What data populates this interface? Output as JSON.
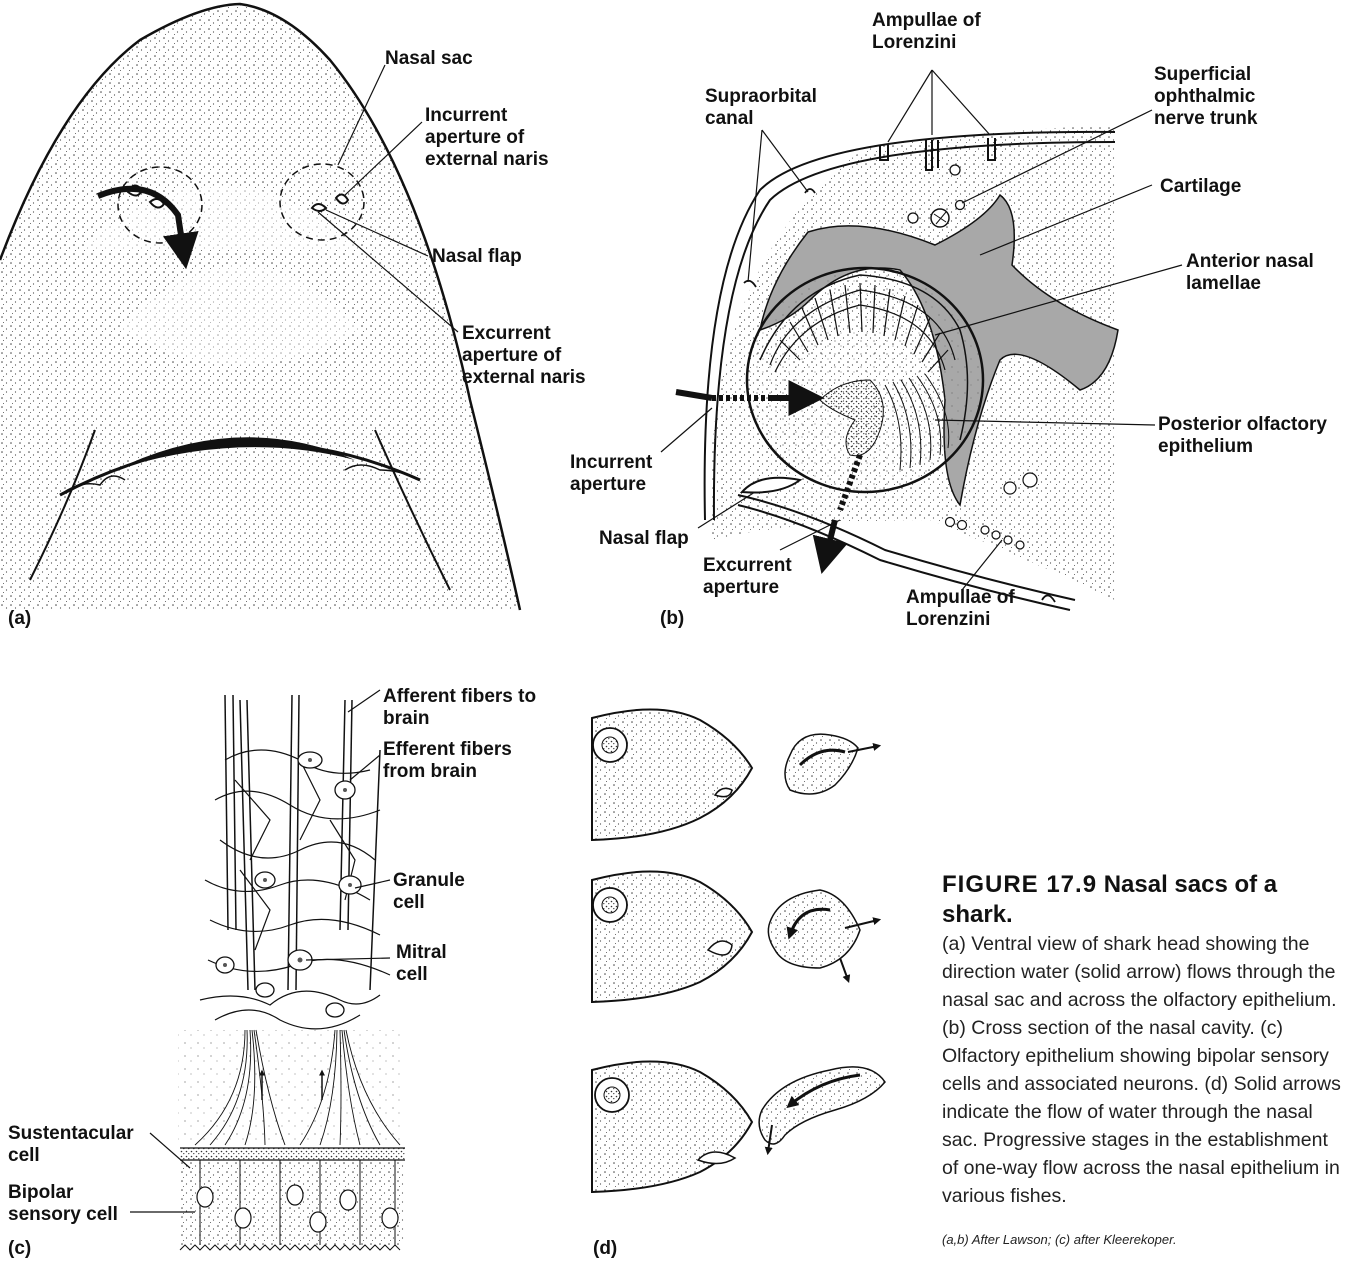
{
  "figure": {
    "number_label": "FIGURE 17.9",
    "title": "Nasal sacs of a shark.",
    "caption": "(a) Ventral view of shark head showing the direction water (solid arrow) flows through the nasal sac and across the olfactory epithelium. (b) Cross section of the nasal cavity. (c) Olfactory epithelium showing bipolar sensory cells and associated neurons. (d) Solid arrows indicate the flow of water through the nasal sac. Progressive stages in the establishment of one-way flow across the nasal epithelium in various fishes.",
    "credit": "(a,b) After Lawson; (c) after Kleerekoper."
  },
  "panels": {
    "a": {
      "label": "(a)",
      "nasal_sac": "Nasal sac",
      "incurrent_aperture": "Incurrent aperture of external naris",
      "nasal_flap": "Nasal flap",
      "excurrent_aperture": "Excurrent aperture of external naris"
    },
    "b": {
      "label": "(b)",
      "ampullae_top": "Ampullae of Lorenzini",
      "supraorbital_canal": "Supraorbital canal",
      "superficial_ophthalmic": "Superficial ophthalmic nerve trunk",
      "cartilage": "Cartilage",
      "anterior_lamellae": "Anterior nasal lamellae",
      "posterior_epithelium": "Posterior olfactory epithelium",
      "incurrent_aperture": "Incurrent aperture",
      "nasal_flap": "Nasal flap",
      "excurrent_aperture": "Excurrent aperture",
      "ampullae_bottom": "Ampullae of Lorenzini"
    },
    "c": {
      "label": "(c)",
      "afferent": "Afferent fibers to brain",
      "efferent": "Efferent fibers from brain",
      "granule": "Granule cell",
      "mitral": "Mitral cell",
      "sustentacular": "Sustentacular cell",
      "bipolar": "Bipolar sensory cell"
    },
    "d": {
      "label": "(d)"
    }
  },
  "colors": {
    "ink": "#111111",
    "cartilage_gray": "#a8a8a8",
    "stipple": "#555555"
  }
}
